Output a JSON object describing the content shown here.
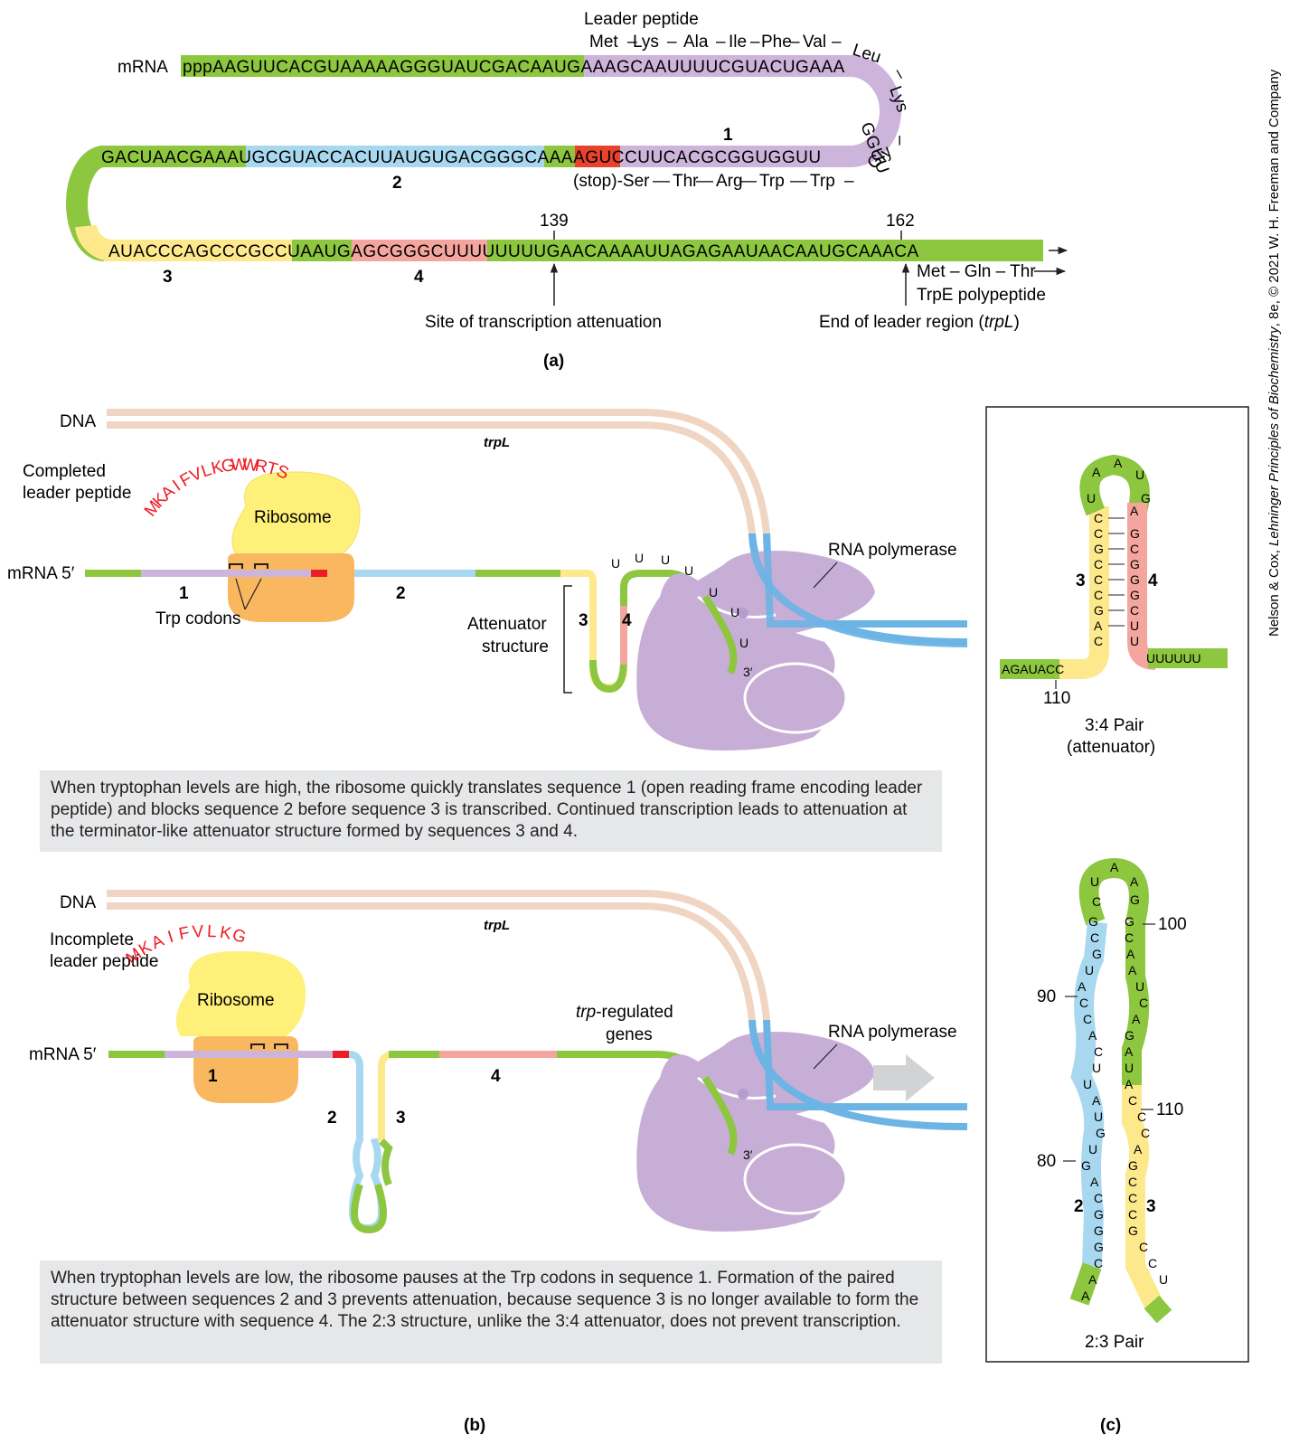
{
  "colors": {
    "green": "#8dc63f",
    "purple": "#cdb4db",
    "blue": "#a8d8ef",
    "yellow": "#fde88c",
    "pink": "#f4a59d",
    "red": "#e8412c",
    "stop_red": "#ed1c24",
    "dna_tan": "#f1d5c3",
    "dna_blue": "#6cb4e4",
    "polymerase": "#c7aed6",
    "ribosome_top": "#fff07a",
    "ribosome_bottom": "#f9b760",
    "caption_bg": "#e6e7e8"
  },
  "panel_a": {
    "label": "(a)",
    "leader_peptide_title": "Leader peptide",
    "mrna_label": "mRNA",
    "row1": {
      "ppp": "ppp",
      "green": "AAGUUCACGUAAAAAGGGUAUCGACA",
      "purple": "AUGAAAGCAAUUUUCGUACUGAAA"
    },
    "peptide_row1": [
      "Met",
      "Lys",
      "Ala",
      "Ile",
      "Phe",
      "Val",
      "Leu",
      "Lys",
      "Gly"
    ],
    "curve_bases": "GGUU",
    "row2": {
      "green": "GACUAACGAAAUGC",
      "blue": "GUACCACUUAUGUGACGGGCA",
      "green2": "AA",
      "red": "AGU",
      "purple": "CCUUCACGCGGUGGUU"
    },
    "peptide_row2": [
      "(stop)-Ser",
      "Thr",
      "Arg",
      "Trp",
      "Trp"
    ],
    "row3": {
      "yellow": "AUACCCAGCCCGCC",
      "green": "UAAU",
      "pink": "GAGCGGGCU",
      "green2": "UUUUUUUGAACAAAAUUAGAGAAUAACAAUGCAAACA"
    },
    "seq_numbers": {
      "n1": "1",
      "n2": "2",
      "n3": "3",
      "n4": "4"
    },
    "pos139": "139",
    "pos162": "162",
    "trpe_peptide": "Met – Gln – Thr",
    "trpe_label": "TrpE polypeptide",
    "site_label": "Site of transcription attenuation",
    "end_label_pre": "End of leader region (",
    "end_label_gene": "trpL",
    "end_label_post": ")"
  },
  "panel_b": {
    "label": "(b)",
    "top": {
      "dna": "DNA",
      "gene": "trpL",
      "peptide_label_1": "Completed",
      "peptide_label_2": "leader peptide",
      "peptide_seq": "MKAIFVLKGWWRTS",
      "ribosome": "Ribosome",
      "mrna": "mRNA 5′",
      "seg1": "1",
      "seg2": "2",
      "trp_codons": "Trp codons",
      "attenuator_1": "Attenuator",
      "attenuator_2": "structure",
      "seg3": "3",
      "seg4": "4",
      "loop_bases": [
        "U",
        "U",
        "U",
        "U"
      ],
      "tail_bases": [
        "U",
        "U",
        "U"
      ],
      "three_prime": "3′",
      "polymerase": "RNA polymerase",
      "caption": "When tryptophan levels are high, the ribosome quickly translates sequence 1 (open reading frame encoding leader peptide) and blocks sequence 2 before sequence 3 is transcribed. Continued transcription leads to attenuation at the terminator-like attenuator structure formed by sequences 3 and 4."
    },
    "bottom": {
      "dna": "DNA",
      "gene": "trpL",
      "peptide_label_1": "Incomplete",
      "peptide_label_2": "leader peptide",
      "peptide_seq": "MKAIFVLKG",
      "ribosome": "Ribosome",
      "mrna": "mRNA 5′",
      "seg1": "1",
      "seg2": "2",
      "seg3": "3",
      "seg4": "4",
      "regulated_1_italic": "trp",
      "regulated_1_rest": "-regulated",
      "regulated_2": "genes",
      "three_prime": "3′",
      "polymerase": "RNA polymerase",
      "caption": "When tryptophan levels are low, the ribosome pauses at the Trp codons in sequence 1. Formation of the paired structure between sequences 2 and 3 prevents attenuation, because sequence 3 is no longer available to form the attenuator structure with sequence 4. The 2:3 structure, unlike the 3:4 attenuator, does not prevent transcription."
    }
  },
  "panel_c": {
    "label": "(c)",
    "pair34": {
      "title_1": "3:4 Pair",
      "title_2": "(attenuator)",
      "tail_left": "AGAUACC",
      "tail_right": "UUUUUU",
      "pos110": "110",
      "seg3": "3",
      "seg4": "4",
      "loop": [
        "U",
        "A",
        "A",
        "U",
        "G"
      ],
      "left_stem": [
        "C",
        "C",
        "G",
        "C",
        "C",
        "C",
        "G",
        "A",
        "C"
      ],
      "right_stem": [
        "A",
        "G",
        "C",
        "G",
        "G",
        "G",
        "C",
        "U",
        "U"
      ]
    },
    "pair23": {
      "title": "2:3 Pair",
      "pos100": "100",
      "pos90": "90",
      "pos110": "110",
      "pos80": "80",
      "seg2": "2",
      "seg3": "3",
      "loop": [
        "U",
        "A",
        "A",
        "G",
        "C"
      ],
      "left": [
        "G",
        "C",
        "G",
        "U",
        "A",
        "C",
        "C",
        "A",
        "C",
        "U",
        "U",
        "A",
        "U",
        "G",
        "U",
        "G",
        "A",
        "C",
        "G",
        "G",
        "G",
        "C",
        "A",
        "A"
      ],
      "right": [
        "G",
        "C",
        "A",
        "A",
        "U",
        "C",
        "A",
        "G",
        "A",
        "U",
        "A",
        "C",
        "C",
        "C",
        "A",
        "G",
        "C",
        "C",
        "C",
        "G",
        "C",
        "C",
        "U"
      ]
    }
  },
  "credit_1": "Nelson & Cox, ",
  "credit_2": "Lehninger Principles of Biochemistry",
  "credit_3": ", 8e, © 2021 W. H. Freeman and Company"
}
